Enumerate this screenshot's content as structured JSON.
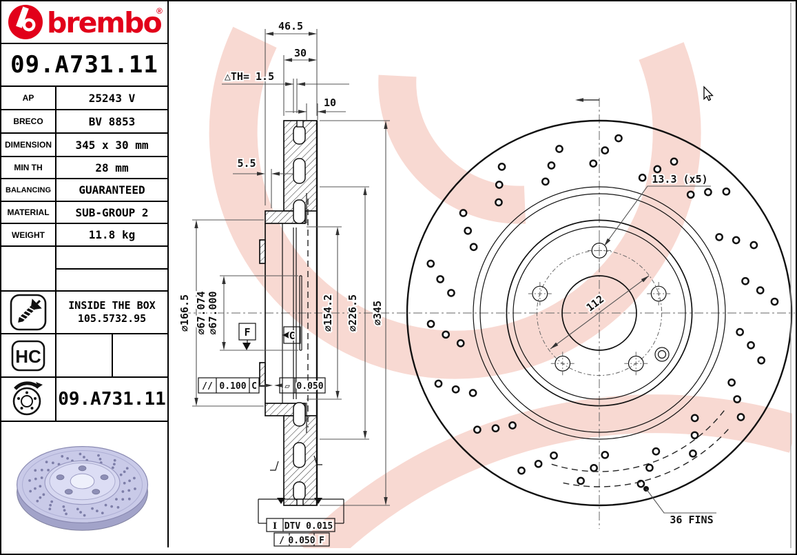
{
  "brand": {
    "name": "brembo",
    "registered_mark": "®"
  },
  "part_number": "09.A731.11",
  "specs": [
    {
      "label": "AP",
      "value": "25243 V"
    },
    {
      "label": "BRECO",
      "value": "BV 8853"
    },
    {
      "label": "DIMENSION",
      "value": "345 x 30 mm"
    },
    {
      "label": "MIN TH",
      "value": "28 mm"
    },
    {
      "label": "BALANCING",
      "value": "GUARANTEED"
    },
    {
      "label": "MATERIAL",
      "value": "SUB-GROUP 2"
    },
    {
      "label": "WEIGHT",
      "value": "11.8 kg"
    }
  ],
  "inside_box": {
    "line1": "INSIDE THE BOX",
    "line2": "105.5732.95"
  },
  "hc_badge": "HC",
  "footer_part_number": "09.A731.11",
  "drawing": {
    "dim_total_width": "46.5",
    "dim_band_width": "30",
    "dim_th": "△TH= 1.5",
    "dim_plate": "10",
    "dim_hat_offset": "5.5",
    "dia_hub_flange": "⌀166.5",
    "dia_bore_max": "⌀67.074",
    "dia_bore_min": "⌀67.000",
    "dia_hat": "⌀154.2",
    "dia_band_inner": "⌀226.5",
    "dia_outer": "⌀345",
    "bolt_hole_note": "13.3 (x5)",
    "bolt_circle": "112",
    "fins_note": "36 FINS",
    "datum_f": "F",
    "datum_c": "C",
    "tol_parallelism": {
      "symbol": "//",
      "value": "0.100",
      "datum": "C"
    },
    "tol_flatness": {
      "symbol": "▱",
      "value": "0.050"
    },
    "tol_dtv": {
      "symbol": "I",
      "value": "DTV 0.015"
    },
    "tol_runout": {
      "symbol": "/",
      "value": "0.050",
      "datum": "F"
    }
  },
  "colors": {
    "brand_red": "#e2001a",
    "watermark_pink": "#f8d9d2",
    "line_black": "#111111",
    "dim_gray": "#555555",
    "render_lavender": "#c9cae8"
  }
}
